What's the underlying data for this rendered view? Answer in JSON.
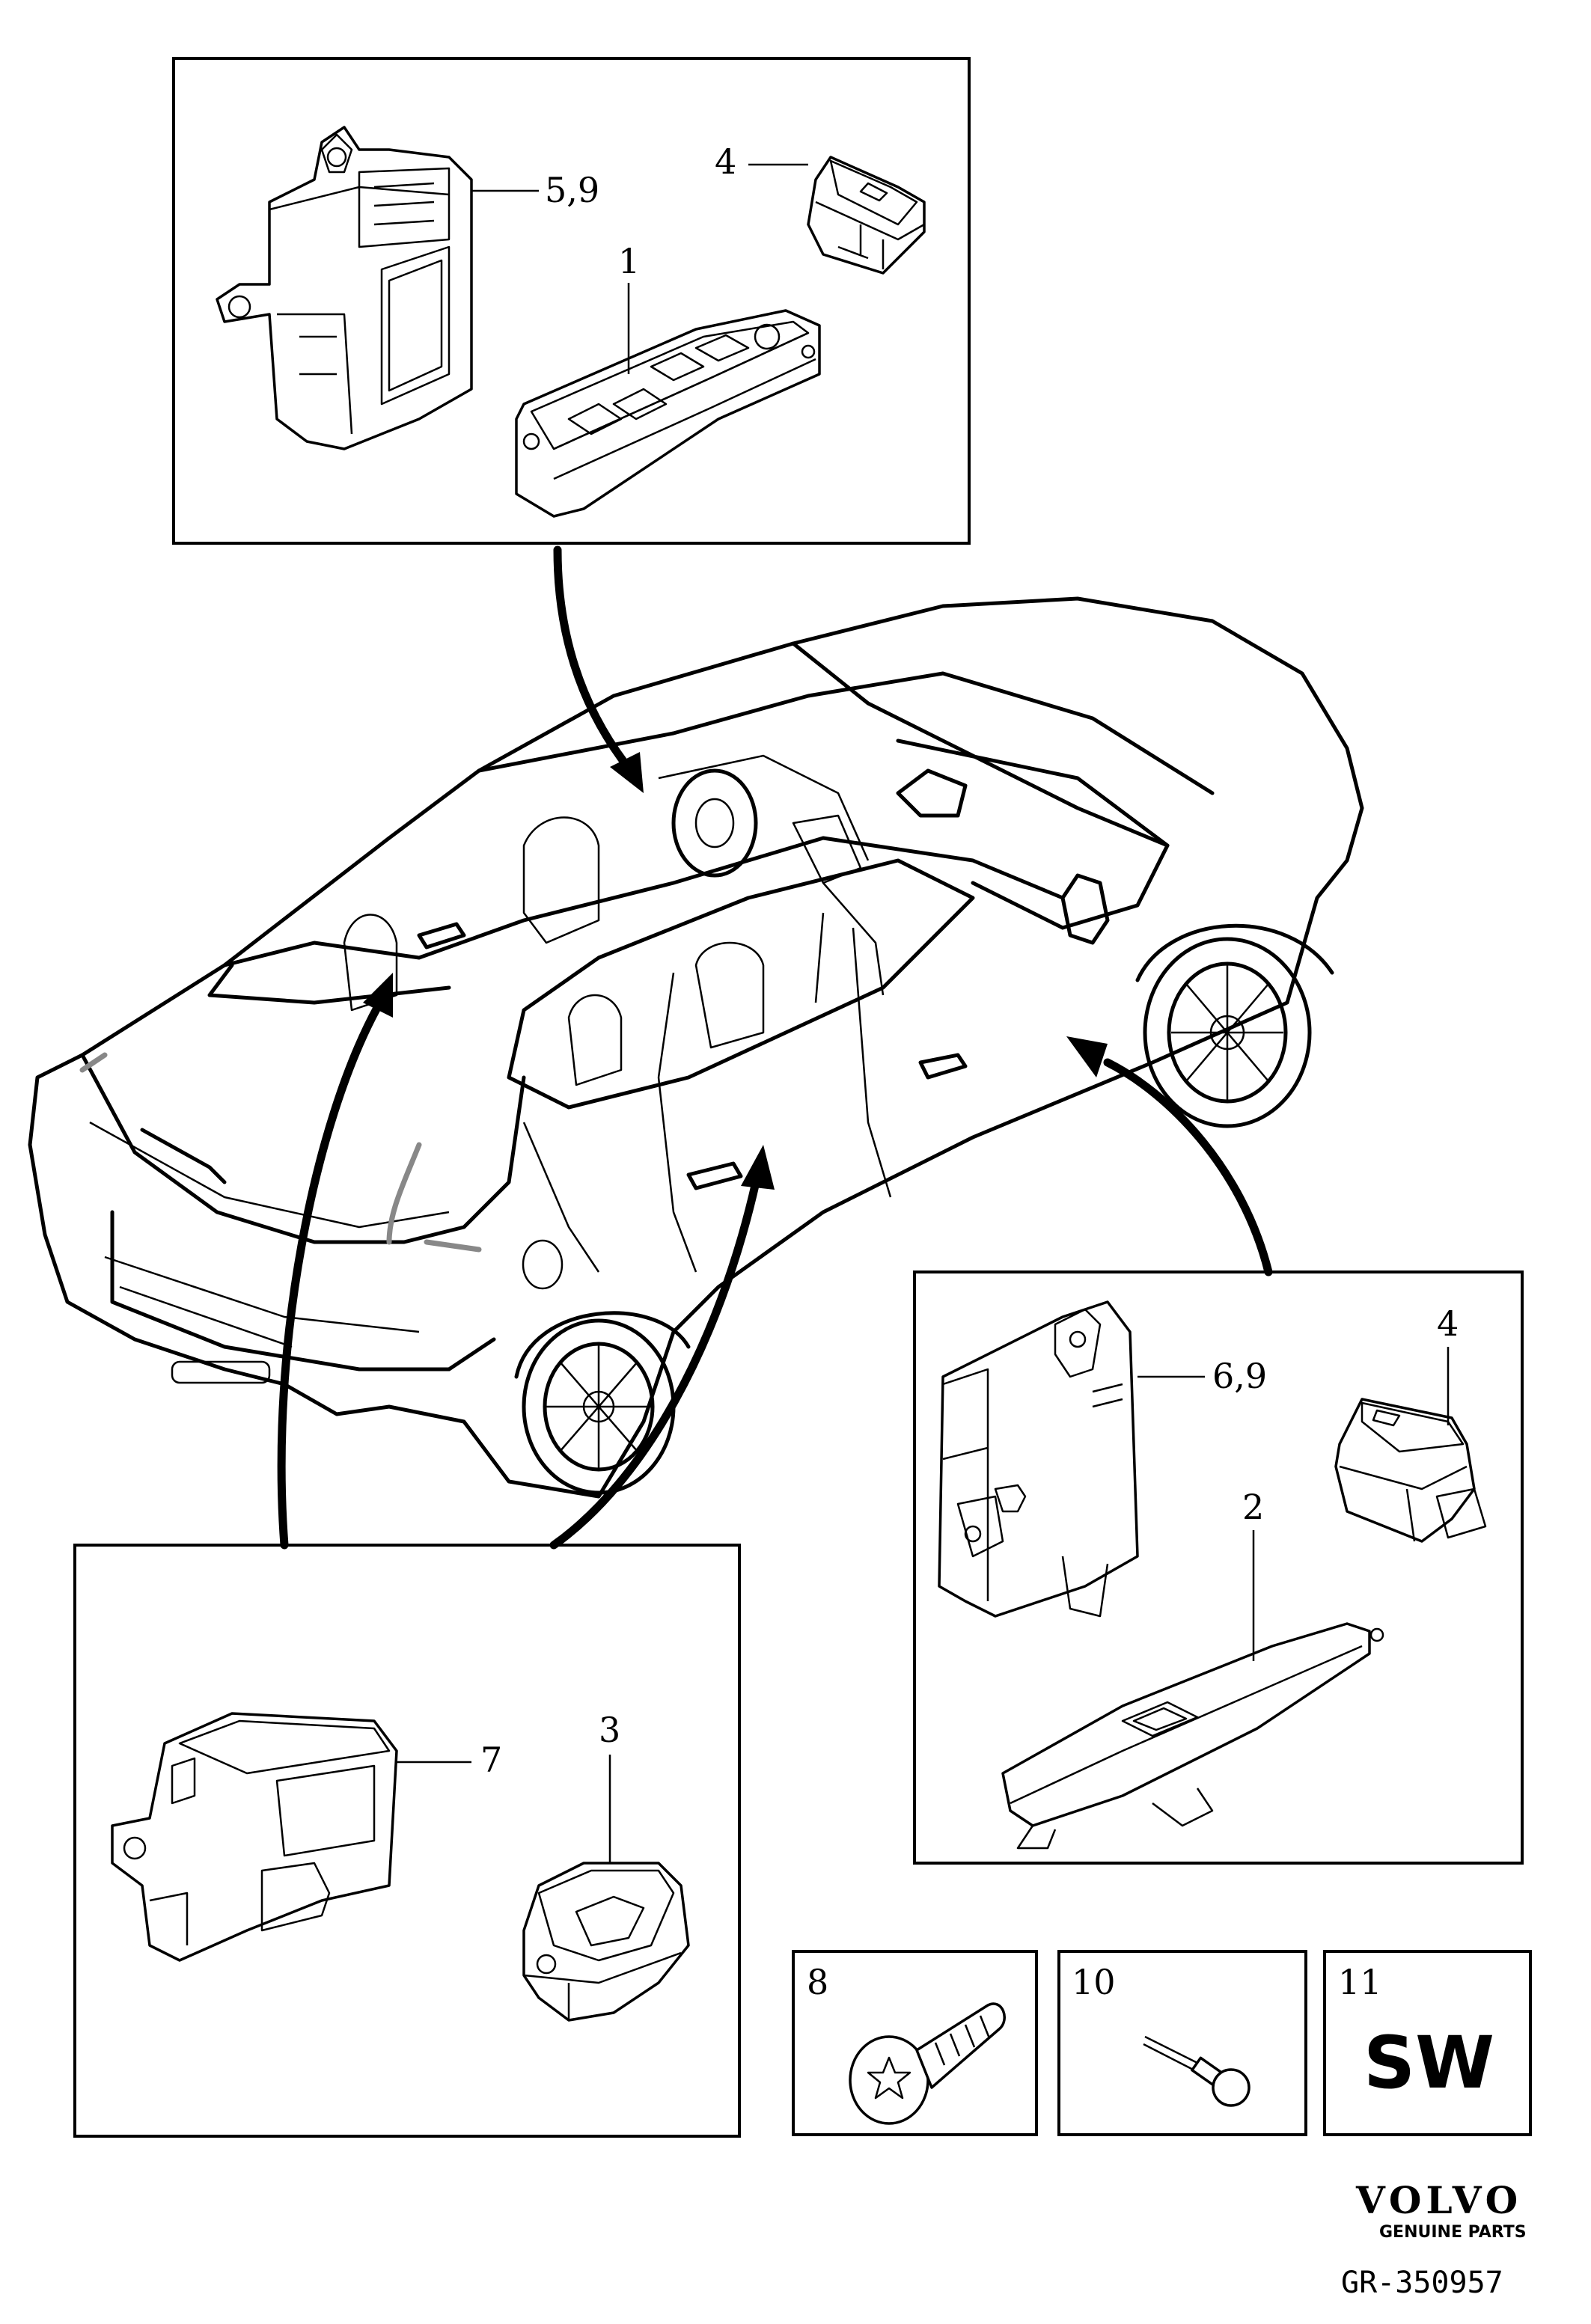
{
  "callouts": {
    "c59": "5,9",
    "c4_top": "4",
    "c1": "1",
    "c69": "6,9",
    "c4_right": "4",
    "c2": "2",
    "c7": "7",
    "c3": "3",
    "c8": "8",
    "c10": "10",
    "c11": "11"
  },
  "sw_label": "SW",
  "brand": {
    "name": "VOLVO",
    "tagline": "GENUINE PARTS"
  },
  "reference": "GR-350957"
}
